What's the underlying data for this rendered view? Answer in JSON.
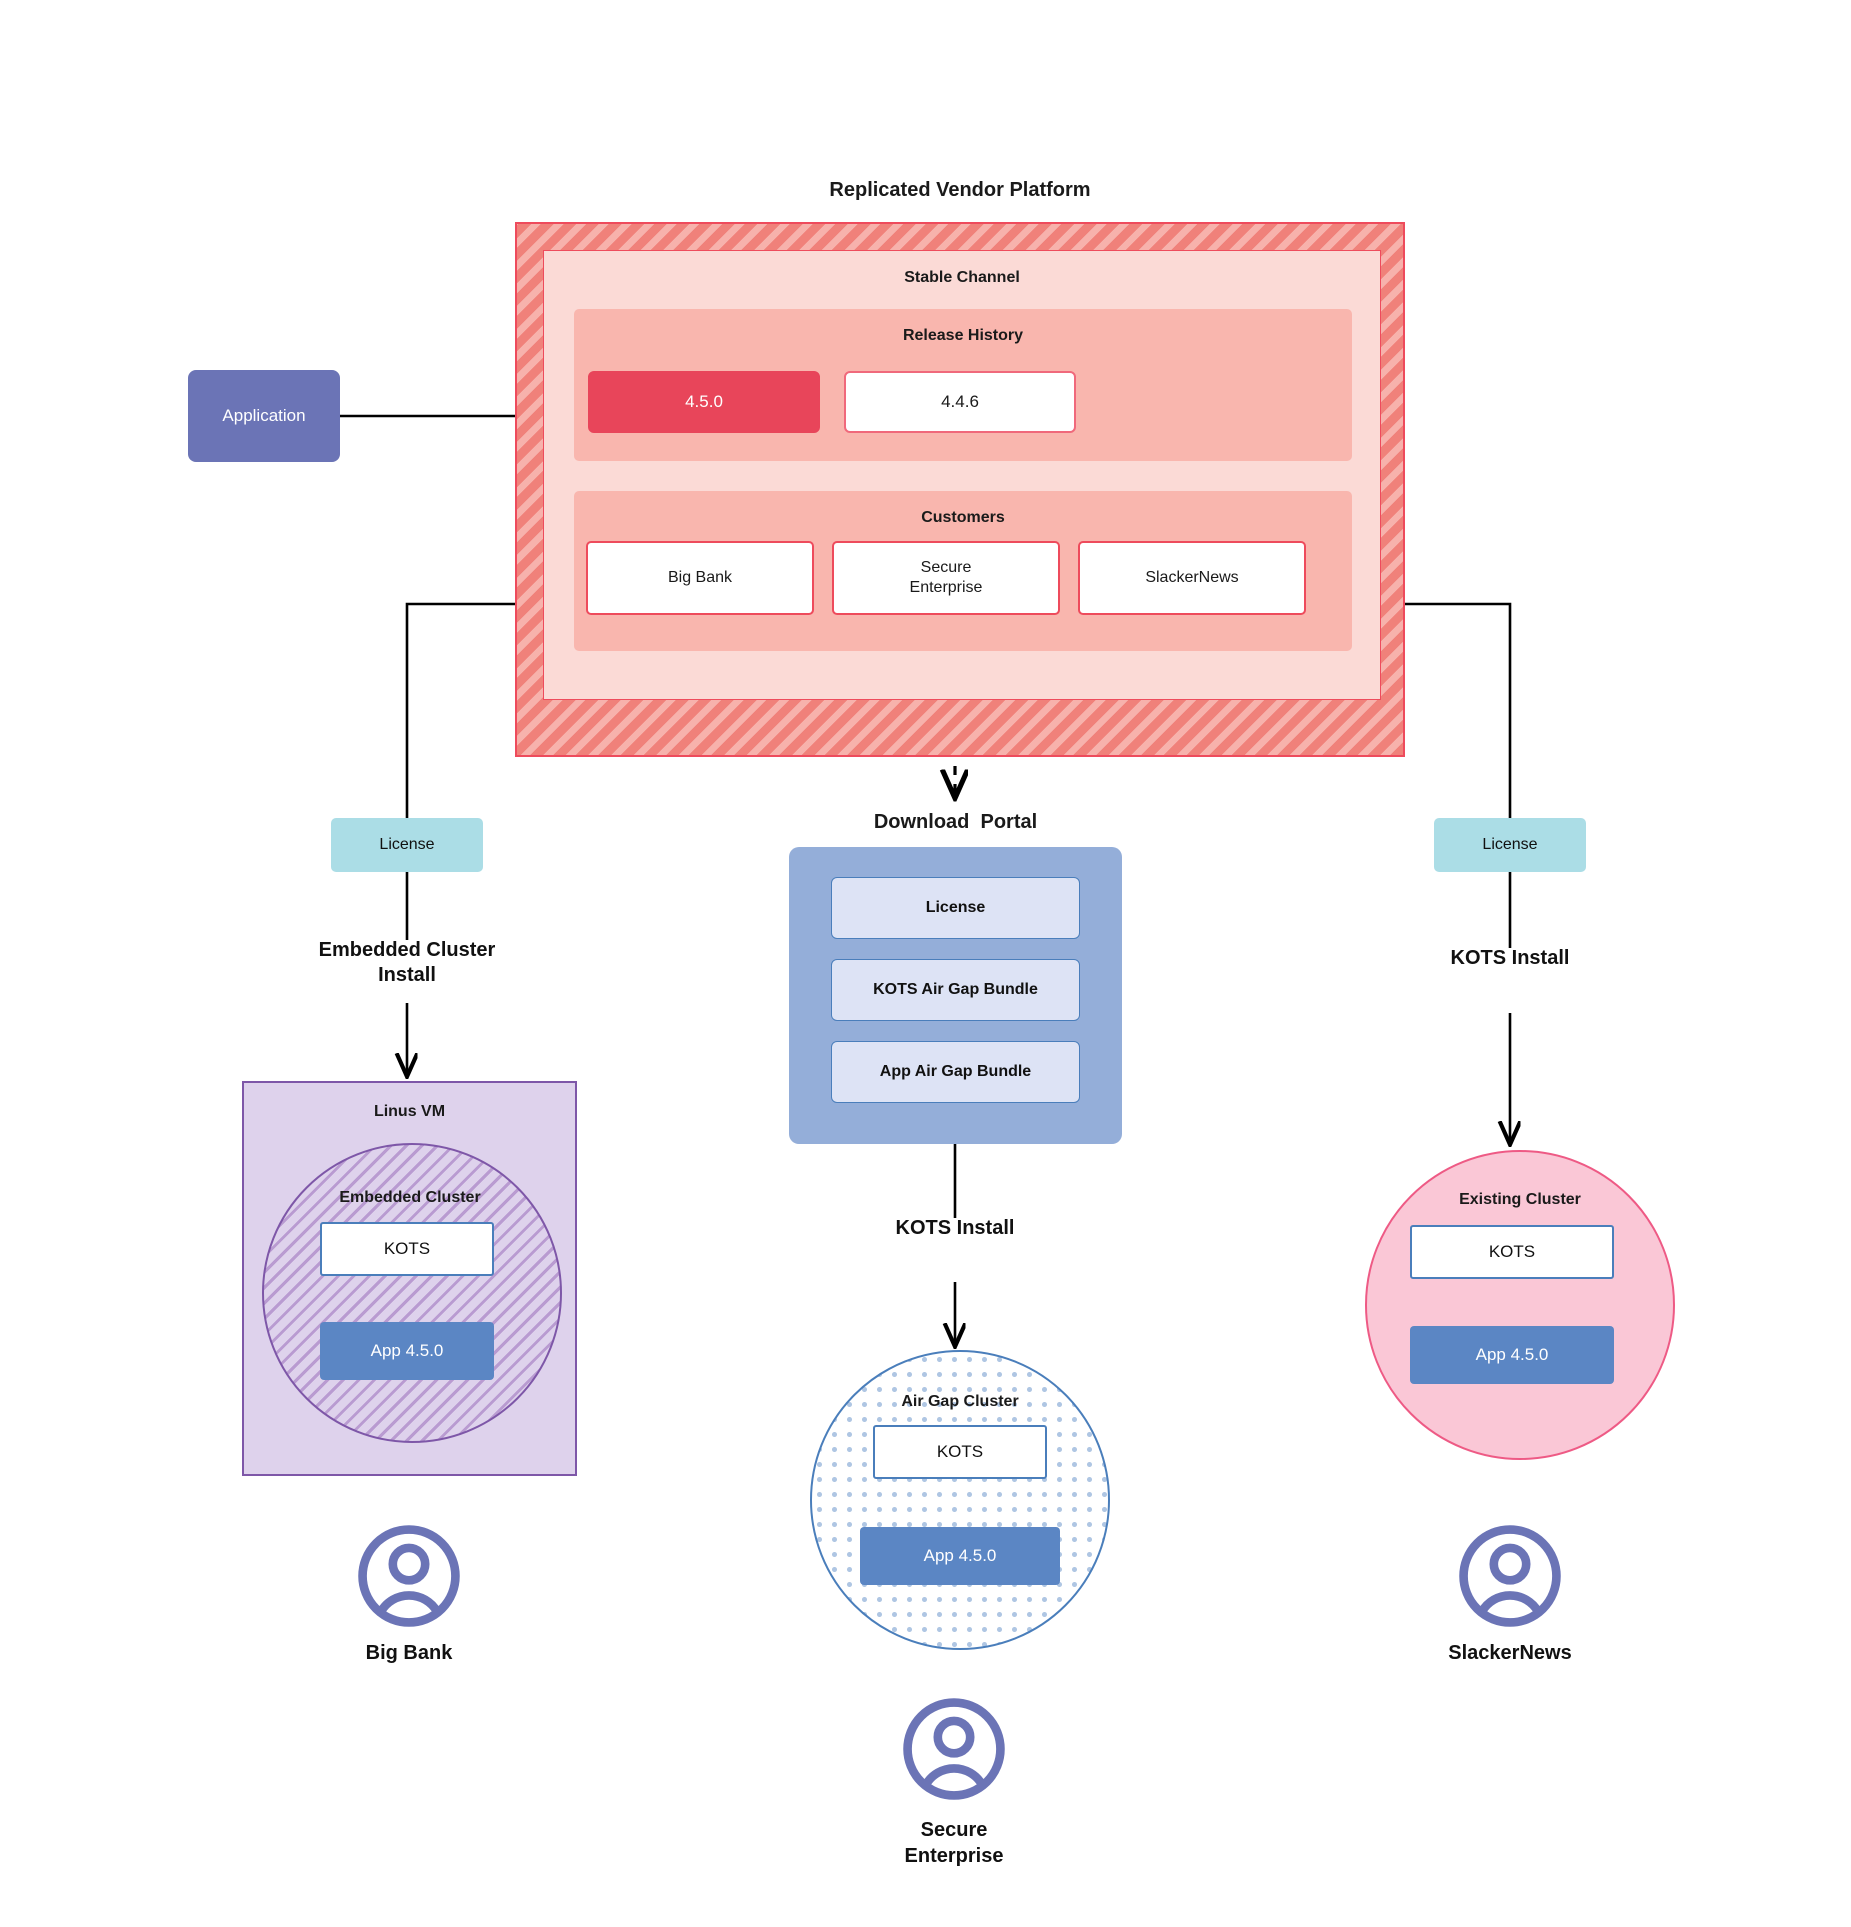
{
  "diagram": {
    "title": "Replicated Vendor Platform",
    "platform": {
      "channel_label": "Stable Channel",
      "release_history": {
        "label": "Release History",
        "releases": [
          {
            "version": "4.5.0",
            "state": "current"
          },
          {
            "version": "4.4.6",
            "state": "previous"
          }
        ]
      },
      "customers": {
        "label": "Customers",
        "items": [
          {
            "name": "Big Bank"
          },
          {
            "name": "Secure\nEnterprise"
          },
          {
            "name": "SlackerNews"
          }
        ]
      }
    },
    "application_box": {
      "label": "Application"
    },
    "download_portal": {
      "title": "Download  Portal",
      "items": [
        {
          "label": "License"
        },
        {
          "label": "KOTS Air Gap Bundle"
        },
        {
          "label": "App Air Gap Bundle"
        }
      ]
    },
    "licenses": [
      {
        "label": "License",
        "side": "left"
      },
      {
        "label": "License",
        "side": "right"
      }
    ],
    "flows": [
      {
        "label": "Embedded Cluster\nInstall",
        "column": "left"
      },
      {
        "label": "KOTS Install",
        "column": "center"
      },
      {
        "label": "KOTS Install",
        "column": "right"
      }
    ],
    "targets": {
      "left": {
        "outer_label": "Linus VM",
        "inner_label": "Embedded Cluster",
        "kots_label": "KOTS",
        "app_label": "App 4.5.0"
      },
      "center": {
        "inner_label": "Air Gap Cluster",
        "kots_label": "KOTS",
        "app_label": "App 4.5.0"
      },
      "right": {
        "inner_label": "Existing Cluster",
        "kots_label": "KOTS",
        "app_label": "App 4.5.0"
      }
    },
    "personas": [
      {
        "name": "Big Bank",
        "icon": "user-avatar-icon"
      },
      {
        "name": "Secure\nEnterprise",
        "icon": "user-avatar-icon"
      },
      {
        "name": "SlackerNews",
        "icon": "user-avatar-icon"
      }
    ],
    "colors": {
      "platform_hatch": "#F28B82",
      "platform_border": "#EE4B5C",
      "channel_fill": "#FBDAD6",
      "panel_fill": "#F9B6AE",
      "release_current": "#E8455A",
      "application": "#6B74B6",
      "license_badge": "#ABDDE6",
      "portal_fill": "#94AED9",
      "portal_item": "#DDE3F5",
      "vm_fill": "#DED2EC",
      "vm_border": "#7E57A8",
      "airgap_border": "#4A7EBB",
      "existing_fill": "#FAC7D6",
      "existing_border": "#EE5A85",
      "app_version": "#5B86C4",
      "avatar": "#6B74B6"
    }
  }
}
